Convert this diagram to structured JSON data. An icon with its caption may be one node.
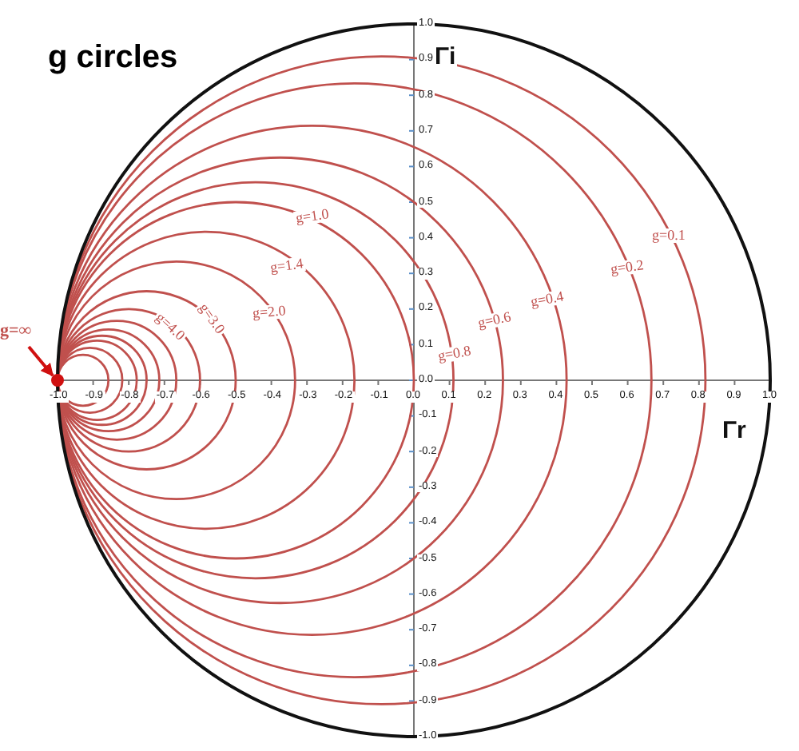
{
  "diagram": {
    "title": "g circles",
    "nodes": [
      {
        "text": [
          "g=∞"
        ]
      },
      {
        "text": [],
        "shape": "circle"
      }
    ],
    "edges": [
      {
        "from": 0,
        "to": 1,
        "arrow": "to"
      }
    ],
    "labels": [
      "Γi",
      "g=0.1",
      "g=0.2",
      "g=1.0",
      "g=0.4",
      "g=1.4",
      "g=0.6",
      "g=2.0",
      "g=3.0",
      "g=0.8",
      "g=4.0",
      "Γr",
      "1.0",
      "0.9",
      "0.8",
      "0.7",
      "0.6",
      "0.5",
      "0.4",
      "0.3",
      "0.2",
      "0.1",
      "0.0",
      "-1.0",
      "-0.9",
      "-0.8",
      "-0.7",
      "-0.6",
      "-0.5",
      "-0.4",
      "-0.3",
      "-0.2",
      "-0.1",
      "0.0",
      "0.1",
      "0.2",
      "0.3",
      "0.4",
      "0.5",
      "0.6",
      "0.7",
      "0.8",
      "0.9",
      "1.0",
      "-0.1",
      "-0.2",
      "-0.3",
      "-0.4",
      "-0.5",
      "-0.6",
      "-0.7",
      "-0.8",
      "-0.9",
      "-1.0"
    ]
  }
}
